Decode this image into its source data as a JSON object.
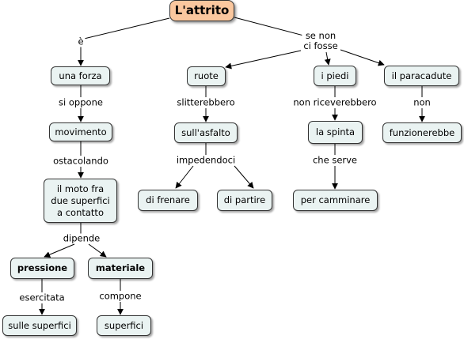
{
  "nodes": {
    "root": "L'attrito",
    "una_forza": "una forza",
    "movimento": "movimento",
    "moto": "il moto fra\ndue superfici\na contatto",
    "pressione": "pressione",
    "materiale": "materiale",
    "sulle_superfici": "sulle superfici",
    "superfici": "superfici",
    "ruote": "ruote",
    "asfalto": "sull'asfalto",
    "frenare": "di frenare",
    "partire": "di partire",
    "piedi": "i piedi",
    "spinta": "la spinta",
    "camminare": "per camminare",
    "paracadute": "il paracadute",
    "funzionerebbe": "funzionerebbe"
  },
  "links": {
    "e": "è",
    "se_non_ci_fosse": "se non\nci fosse",
    "si_oppone": "si oppone",
    "ostacolando": "ostacolando",
    "dipende": "dipende",
    "esercitata": "esercitata",
    "compone": "compone",
    "slitterebbero": "slitterebbero",
    "impedendoci": "impedendoci",
    "non_riceverebbero": "non riceverebbero",
    "che_serve": "che serve",
    "non": "non"
  }
}
